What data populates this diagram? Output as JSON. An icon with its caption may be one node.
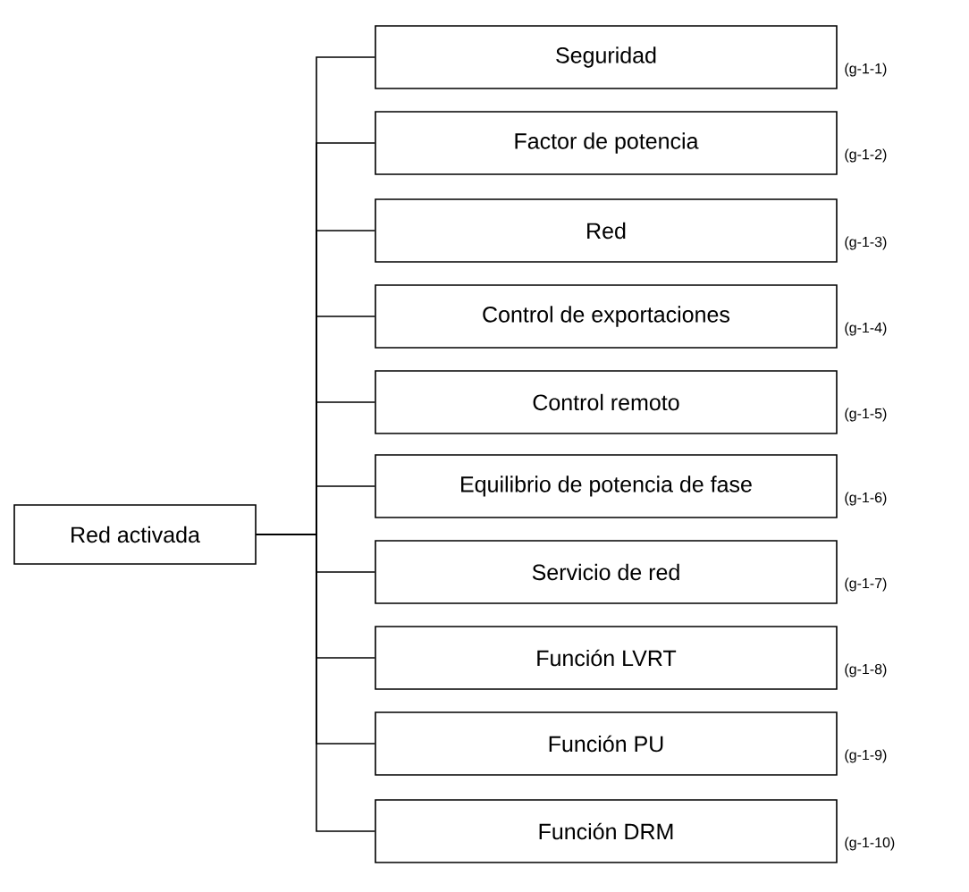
{
  "diagram": {
    "nodes": [
      {
        "text": [
          "Red activada"
        ]
      },
      {
        "text": [
          "Seguridad"
        ],
        "beside": [
          "(g-1-1)"
        ]
      },
      {
        "text": [
          "Factor de potencia"
        ],
        "beside": [
          "(g-1-2)"
        ]
      },
      {
        "text": [
          "Red"
        ],
        "beside": [
          "(g-1-3)"
        ]
      },
      {
        "text": [
          "Control de exportaciones"
        ],
        "beside": [
          "(g-1-4)"
        ]
      },
      {
        "text": [
          "Control remoto"
        ],
        "beside": [
          "(g-1-5)"
        ]
      },
      {
        "text": [
          "Equilibrio de potencia de fase"
        ],
        "beside": [
          "(g-1-6)"
        ]
      },
      {
        "text": [
          "Servicio de red"
        ],
        "beside": [
          "(g-1-7)"
        ]
      },
      {
        "text": [
          "Función LVRT"
        ],
        "beside": [
          "(g-1-8)"
        ]
      },
      {
        "text": [
          "Función PU"
        ],
        "beside": [
          "(g-1-9)"
        ]
      },
      {
        "text": [
          "Función DRM"
        ],
        "beside": [
          "(g-1-10)"
        ]
      }
    ],
    "edges": [
      {
        "from": 0,
        "to": 1,
        "arrow": "none"
      },
      {
        "from": 0,
        "to": 2,
        "arrow": "none"
      },
      {
        "from": 0,
        "to": 3,
        "arrow": "none"
      },
      {
        "from": 0,
        "to": 4,
        "arrow": "none"
      },
      {
        "from": 0,
        "to": 5,
        "arrow": "none"
      },
      {
        "from": 0,
        "to": 6,
        "arrow": "none"
      },
      {
        "from": 0,
        "to": 7,
        "arrow": "none"
      },
      {
        "from": 0,
        "to": 8,
        "arrow": "none"
      },
      {
        "from": 0,
        "to": 9,
        "arrow": "none"
      },
      {
        "from": 0,
        "to": 10,
        "arrow": "none"
      }
    ]
  }
}
